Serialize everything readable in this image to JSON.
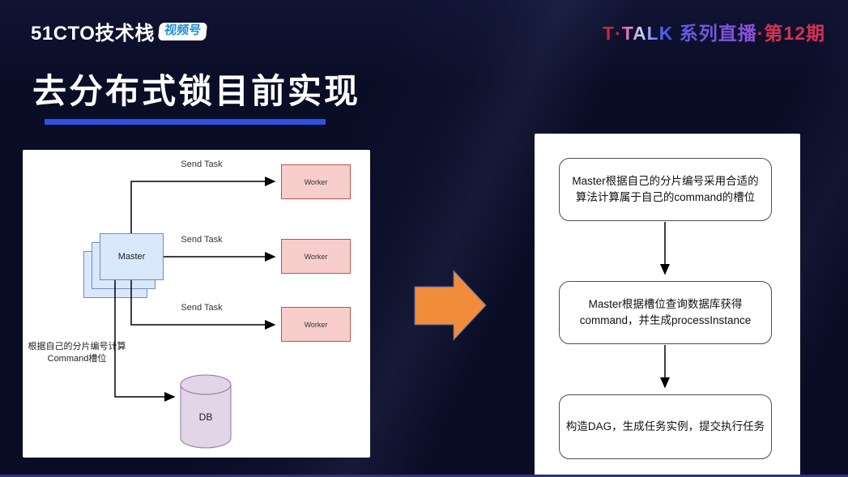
{
  "header": {
    "logo_text": "51CTO技术栈",
    "logo_badge": "视频号",
    "series": {
      "seg1": "T·",
      "seg2": "TALK",
      "seg3": " 系列直播",
      "seg4": "·第12期"
    }
  },
  "title": {
    "text": "去分布式锁目前实现"
  },
  "left_diagram": {
    "master_label": "Master",
    "workers": [
      "Worker",
      "Worker",
      "Worker"
    ],
    "send_task_labels": [
      "Send Task",
      "Send Task",
      "Send Task"
    ],
    "db_label": "DB",
    "note": "根据自己的分片编号计算\nCommand槽位",
    "colors": {
      "master_fill": "#dae8fc",
      "master_border": "#6c8ebf",
      "worker_fill": "#f8cecc",
      "worker_border": "#b85450",
      "db_fill": "#e1d5e7",
      "db_border": "#9673a6"
    }
  },
  "transition_arrow": {
    "color": "#f18c3a",
    "border_color": "#4a66b0"
  },
  "right_flow": {
    "steps": [
      "Master根据自己的分片编号采用合适的\n算法计算属于自己的command的槽位",
      "Master根据槽位查询数据库获得\ncommand，并生成processInstance",
      "构造DAG，生成任务实例，提交执行任务"
    ]
  },
  "theme": {
    "background": "#0a0d26",
    "title_underline": "#2d53e6",
    "badge_text_color": "#1e8fd5",
    "bottom_edge": "#283579"
  }
}
